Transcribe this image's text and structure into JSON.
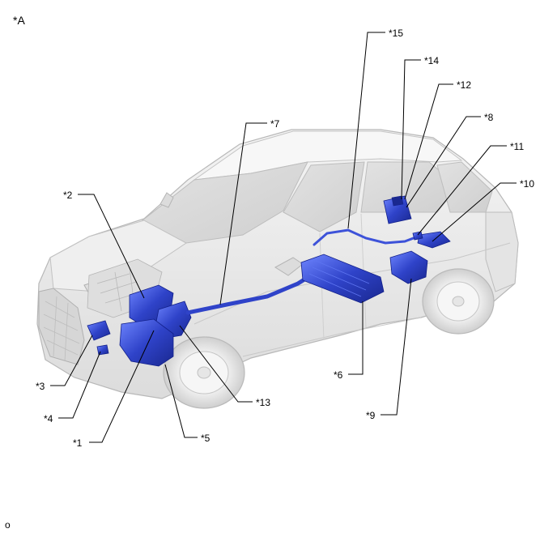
{
  "figure_tag": "*A",
  "corner_mark": "o",
  "callouts": {
    "c1": "*1",
    "c2": "*2",
    "c3": "*3",
    "c4": "*4",
    "c5": "*5",
    "c6": "*6",
    "c7": "*7",
    "c8": "*8",
    "c9": "*9",
    "c10": "*10",
    "c11": "*11",
    "c12": "*12",
    "c13": "*13",
    "c14": "*14",
    "c15": "*15"
  },
  "colors": {
    "vehicle_body": "#e9e9e9",
    "vehicle_outline": "#b8b8b8",
    "component": "#2f43c9",
    "component_dark": "#1a2890",
    "component_light": "#6f86ff"
  }
}
